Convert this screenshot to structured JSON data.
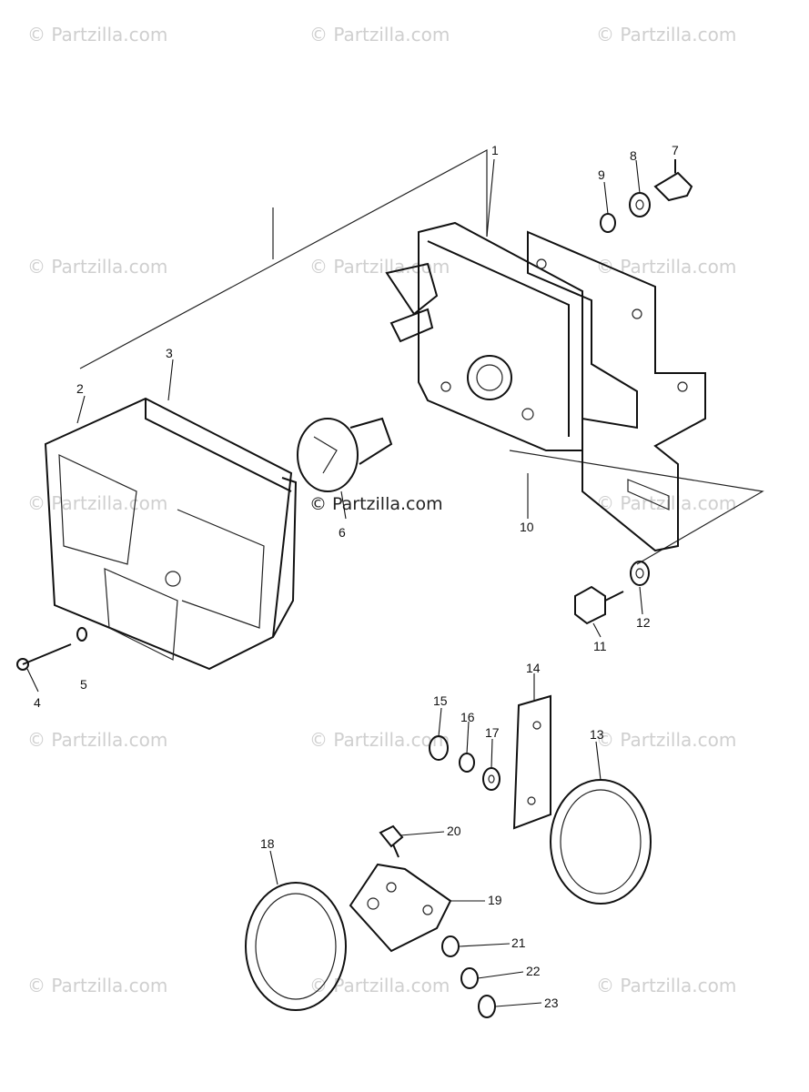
{
  "callouts": [
    {
      "id": "1",
      "label": "1"
    },
    {
      "id": "2",
      "label": "2"
    },
    {
      "id": "3",
      "label": "3"
    },
    {
      "id": "4",
      "label": "4"
    },
    {
      "id": "5",
      "label": "5"
    },
    {
      "id": "6",
      "label": "6"
    },
    {
      "id": "7",
      "label": "7"
    },
    {
      "id": "8",
      "label": "8"
    },
    {
      "id": "9",
      "label": "9"
    },
    {
      "id": "10",
      "label": "10"
    },
    {
      "id": "11",
      "label": "11"
    },
    {
      "id": "12",
      "label": "12"
    },
    {
      "id": "13",
      "label": "13"
    },
    {
      "id": "14",
      "label": "14"
    },
    {
      "id": "15",
      "label": "15"
    },
    {
      "id": "16",
      "label": "16"
    },
    {
      "id": "17",
      "label": "17"
    },
    {
      "id": "18",
      "label": "18"
    },
    {
      "id": "19",
      "label": "19"
    },
    {
      "id": "20",
      "label": "20"
    },
    {
      "id": "21",
      "label": "21"
    },
    {
      "id": "22",
      "label": "22"
    },
    {
      "id": "23",
      "label": "23"
    }
  ],
  "watermark": {
    "text": "© Partzilla.com",
    "color": "#cfcfcf"
  },
  "colors": {
    "ink": "#111111",
    "paper": "#ffffff"
  }
}
